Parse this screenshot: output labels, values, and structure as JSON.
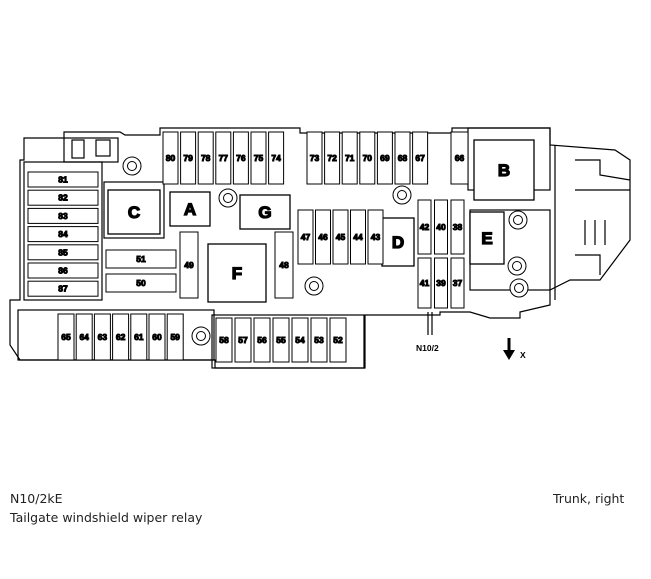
{
  "diagram": {
    "relays": [
      "A",
      "B",
      "C",
      "D",
      "E",
      "F",
      "G"
    ],
    "top_fuses_left": [
      "80",
      "79",
      "78",
      "77",
      "76",
      "75",
      "74"
    ],
    "top_fuses_mid": [
      "73",
      "72",
      "71",
      "70",
      "69",
      "68",
      "67"
    ],
    "top_fuse_right": "66",
    "left_fuses": [
      "81",
      "82",
      "83",
      "84",
      "85",
      "86",
      "87"
    ],
    "horizontal_fuses": [
      "51",
      "50"
    ],
    "side_fuses": [
      "49",
      "48"
    ],
    "mid_fuses": [
      "47",
      "46",
      "45",
      "44",
      "43"
    ],
    "right_fuses_upper": [
      "42",
      "40",
      "38"
    ],
    "right_fuses_lower": [
      "41",
      "39",
      "37"
    ],
    "bottom_fuses_left": [
      "65",
      "64",
      "63",
      "62",
      "61",
      "60",
      "59"
    ],
    "bottom_fuses_right": [
      "58",
      "57",
      "56",
      "55",
      "54",
      "53",
      "52"
    ],
    "module_label": "N10/2",
    "direction_label": "X"
  },
  "caption": {
    "code": "N10/2kE",
    "description": "Tailgate windshield wiper relay",
    "location": "Trunk, right"
  }
}
